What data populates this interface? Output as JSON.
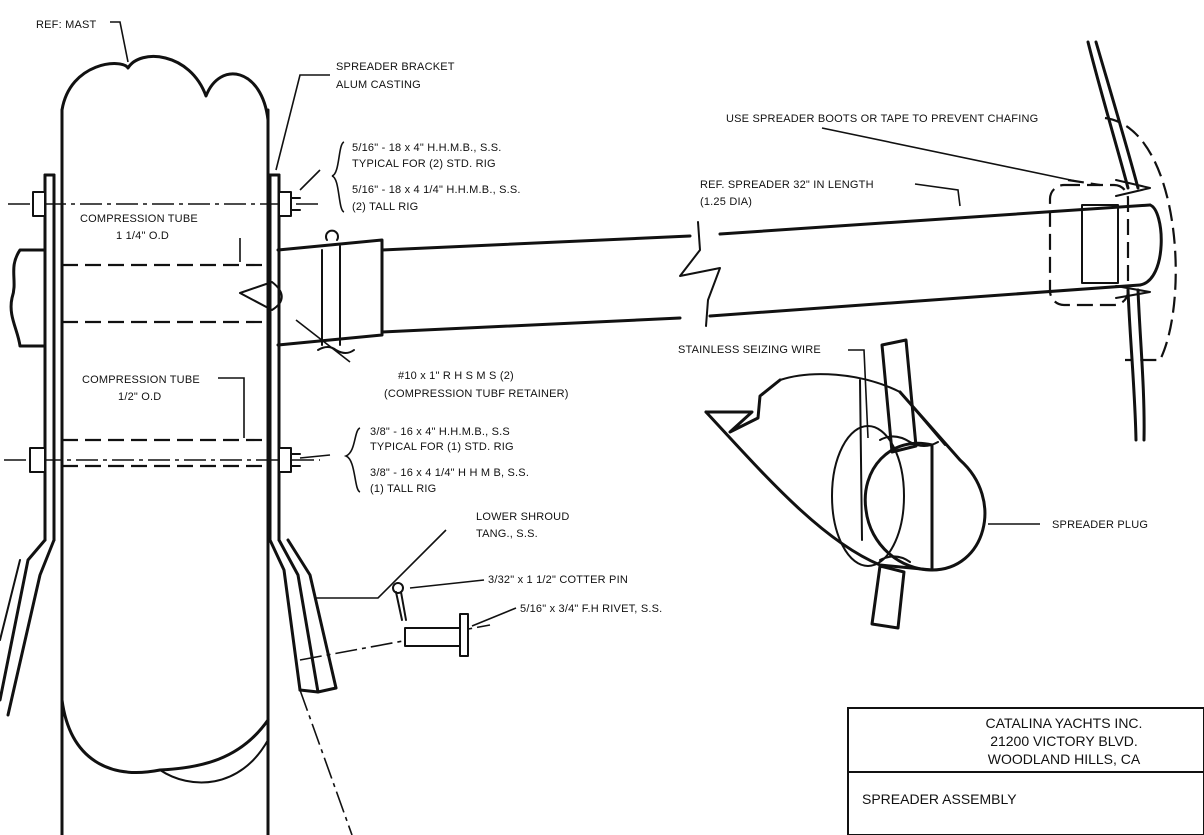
{
  "labels": {
    "ref_mast": "REF: MAST",
    "bracket_l1": "SPREADER BRACKET",
    "bracket_l2": "ALUM CASTING",
    "boots": "USE SPREADER BOOTS OR TAPE TO PREVENT CHAFING",
    "spreader_l1": "REF.  SPREADER 32\" IN LENGTH",
    "spreader_l2": "(1.25 DIA)",
    "bolt1_l1": "5/16\" - 18 x 4\"  H.H.M.B., S.S.",
    "bolt1_l2": "TYPICAL FOR (2) STD. RIG",
    "bolt1_l3": "5/16\" - 18 x 4 1/4\"  H.H.M.B., S.S.",
    "bolt1_l4": "(2) TALL RIG",
    "comp1_l1": "COMPRESSION TUBE",
    "comp1_l2": "1 1/4\" O.D",
    "screw_l1": "#10 x 1\"  R H S M S (2)",
    "screw_l2": "(COMPRESSION TUBF RETAINER)",
    "comp2_l1": "COMPRESSION TUBE",
    "comp2_l2": "1/2\" O.D",
    "bolt2_l1": "3/8\" - 16 x 4\"   H.H.M.B., S.S",
    "bolt2_l2": "TYPICAL FOR (1) STD. RIG",
    "bolt2_l3": "3/8\" - 16 x 4 1/4\"   H H M B, S.S.",
    "bolt2_l4": "(1) TALL RIG",
    "seizing": "STAINLESS SEIZING WIRE",
    "plug": "SPREADER PLUG",
    "tang_l1": "LOWER SHROUD",
    "tang_l2": "TANG., S.S.",
    "cotter": "3/32\" x 1 1/2\" COTTER PIN",
    "rivet": "5/16\" x 3/4\" F.H  RIVET, S.S."
  },
  "title_block": {
    "company": "CATALINA YACHTS INC.",
    "address": "21200 VICTORY BLVD.",
    "city": "WOODLAND HILLS, CA",
    "drawing_title": "SPREADER ASSEMBLY"
  }
}
